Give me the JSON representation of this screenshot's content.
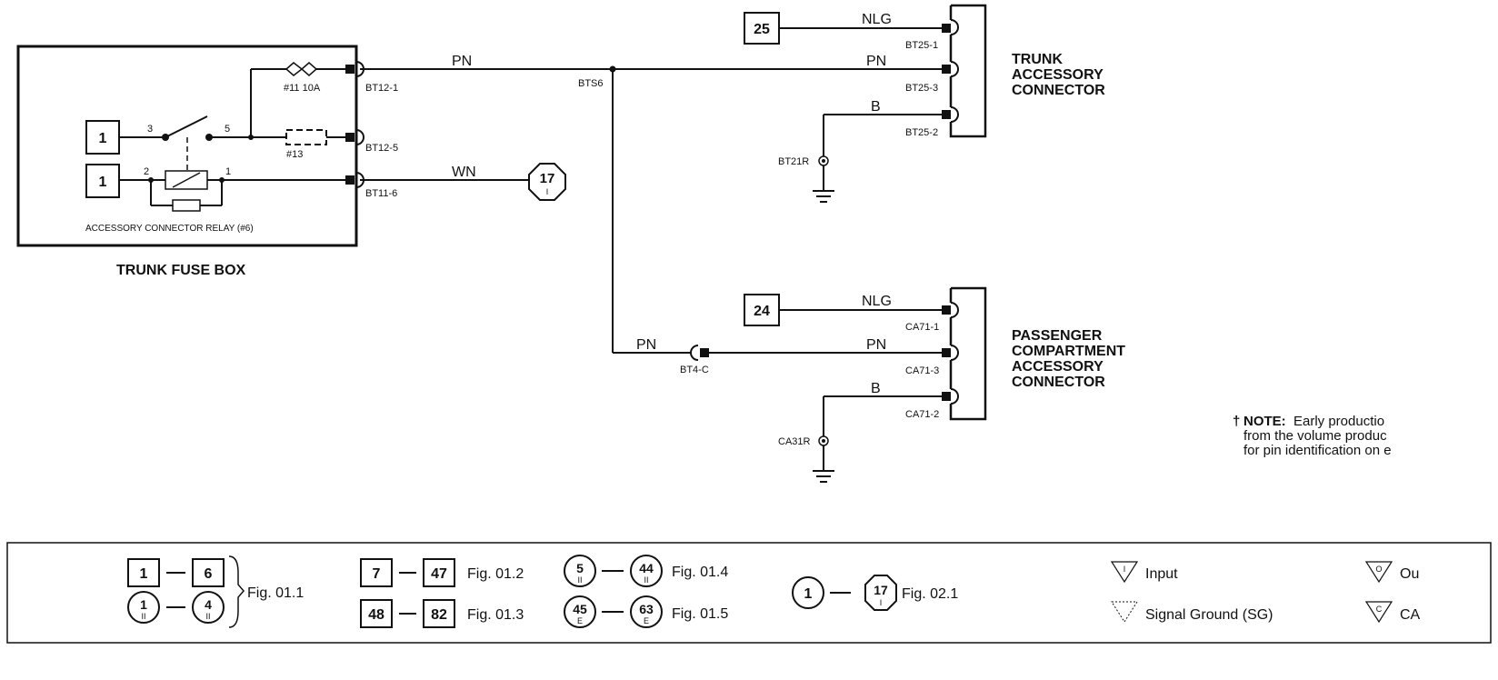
{
  "fuse_box": {
    "title": "TRUNK FUSE BOX",
    "relay_label": "ACCESSORY CONNECTOR RELAY (#6)",
    "fuse11": "#11 10A",
    "fuse13": "#13",
    "pin3": "3",
    "pin5": "5",
    "pin2": "2",
    "pin1": "1",
    "in_box_a": "1",
    "in_box_b": "1"
  },
  "terminals": {
    "bt12_1": "BT12-1",
    "bt12_5": "BT12-5",
    "bt11_6": "BT11-6",
    "bts6": "BTS6",
    "bt4c": "BT4-C",
    "bt25_1": "BT25-1",
    "bt25_3": "BT25-3",
    "bt25_2": "BT25-2",
    "ca71_1": "CA71-1",
    "ca71_3": "CA71-3",
    "ca71_2": "CA71-2",
    "bt21r": "BT21R",
    "ca31r": "CA31R"
  },
  "wires": {
    "pn_main": "PN",
    "wn": "WN",
    "nlg_top": "NLG",
    "pn_top": "PN",
    "b_top": "B",
    "pn_low_left": "PN",
    "pn_low_right": "PN",
    "nlg_low": "NLG",
    "b_low": "B"
  },
  "refs": {
    "ref25": "25",
    "ref24": "24",
    "ref17": "17",
    "ref17_sub": "I"
  },
  "connectors": {
    "trunk": [
      "TRUNK",
      "ACCESSORY",
      "CONNECTOR"
    ],
    "passenger": [
      "PASSENGER",
      "COMPARTMENT",
      "ACCESSORY",
      "CONNECTOR"
    ]
  },
  "note": {
    "dagger": "†",
    "head": "NOTE:",
    "line1": "Early productio",
    "line2": "from the volume produc",
    "line3": "for pin identification on e"
  },
  "legend": {
    "r1_a": "1",
    "r1_b": "6",
    "r2_a": "1",
    "r2_a_sub": "II",
    "r2_b": "4",
    "r2_b_sub": "II",
    "fig011": "Fig. 01.1",
    "b7": "7",
    "b47": "47",
    "fig012": "Fig. 01.2",
    "b48": "48",
    "b82": "82",
    "fig013": "Fig. 01.3",
    "c5": "5",
    "c5_sub": "II",
    "c44": "44",
    "c44_sub": "II",
    "fig014": "Fig. 01.4",
    "c45": "45",
    "c45_sub": "E",
    "c63": "63",
    "c63_sub": "E",
    "fig015": "Fig. 01.5",
    "o1": "1",
    "o17": "17",
    "o17_sub": "I",
    "fig021": "Fig. 02.1",
    "tri_i": "I",
    "input": "Input",
    "signal_ground": "Signal Ground (SG)",
    "tri_o": "O",
    "out": "Ou",
    "tri_c": "C",
    "ca": "CA"
  }
}
